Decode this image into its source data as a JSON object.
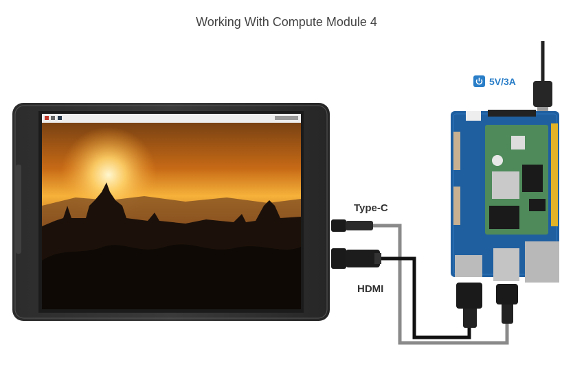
{
  "title": "Working With Compute Module 4",
  "labels": {
    "type_c": "Type-C",
    "hdmi": "HDMI",
    "power": "5V/3A"
  },
  "icons": {
    "power": "power-icon"
  },
  "colors": {
    "power_accent": "#2a7ec8",
    "board_blue": "#1f5fa0",
    "module_green": "#4e8a5a",
    "cable_gray": "#8a8a8a",
    "cable_black": "#111111"
  }
}
